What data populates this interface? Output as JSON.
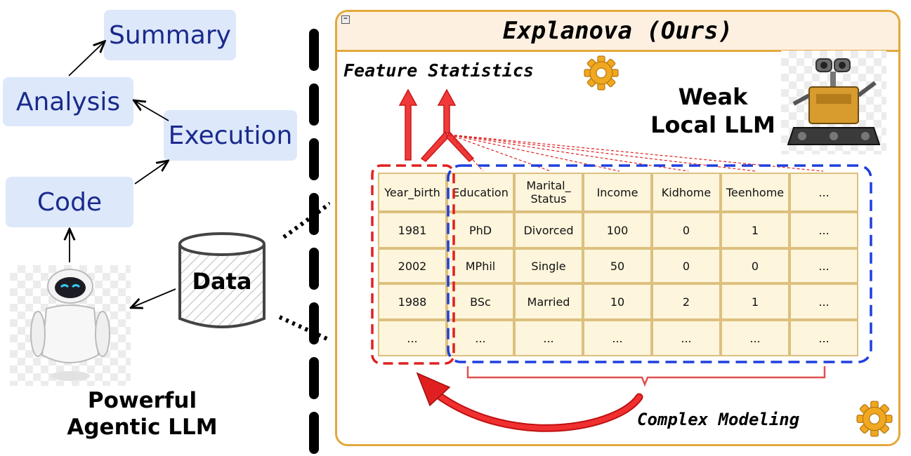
{
  "workflow": {
    "summary": "Summary",
    "analysis": "Analysis",
    "execution": "Execution",
    "code": "Code"
  },
  "data_label": "Data",
  "agentic_label": [
    "Powerful",
    "Agentic LLM"
  ],
  "panel": {
    "title": "Explanova (Ours)",
    "feature_statistics": "Feature Statistics",
    "weak_llm": [
      "Weak",
      "Local LLM"
    ],
    "complex_modeling": "Complex Modeling"
  },
  "table": {
    "columns": [
      "Year_birth",
      "Education",
      "Marital_\nStatus",
      "Income",
      "Kidhome",
      "Teenhome",
      "..."
    ],
    "rows": [
      [
        "1981",
        "PhD",
        "Divorced",
        "100",
        "0",
        "1",
        "..."
      ],
      [
        "2002",
        "MPhil",
        "Single",
        "50",
        "0",
        "0",
        "..."
      ],
      [
        "1988",
        "BSc",
        "Married",
        "10",
        "2",
        "1",
        "..."
      ],
      [
        "...",
        "...",
        "...",
        "...",
        "...",
        "...",
        "..."
      ]
    ]
  },
  "colors": {
    "step_box": "#dde8fb",
    "step_text": "#1a2a8c",
    "panel_border": "#e3a83a",
    "panel_title_bg": "#fdf0e1",
    "table_bg": "#fdf5dc",
    "table_grid": "#dcc07e",
    "red_highlight": "#e02020",
    "blue_highlight": "#1f3fdd"
  }
}
